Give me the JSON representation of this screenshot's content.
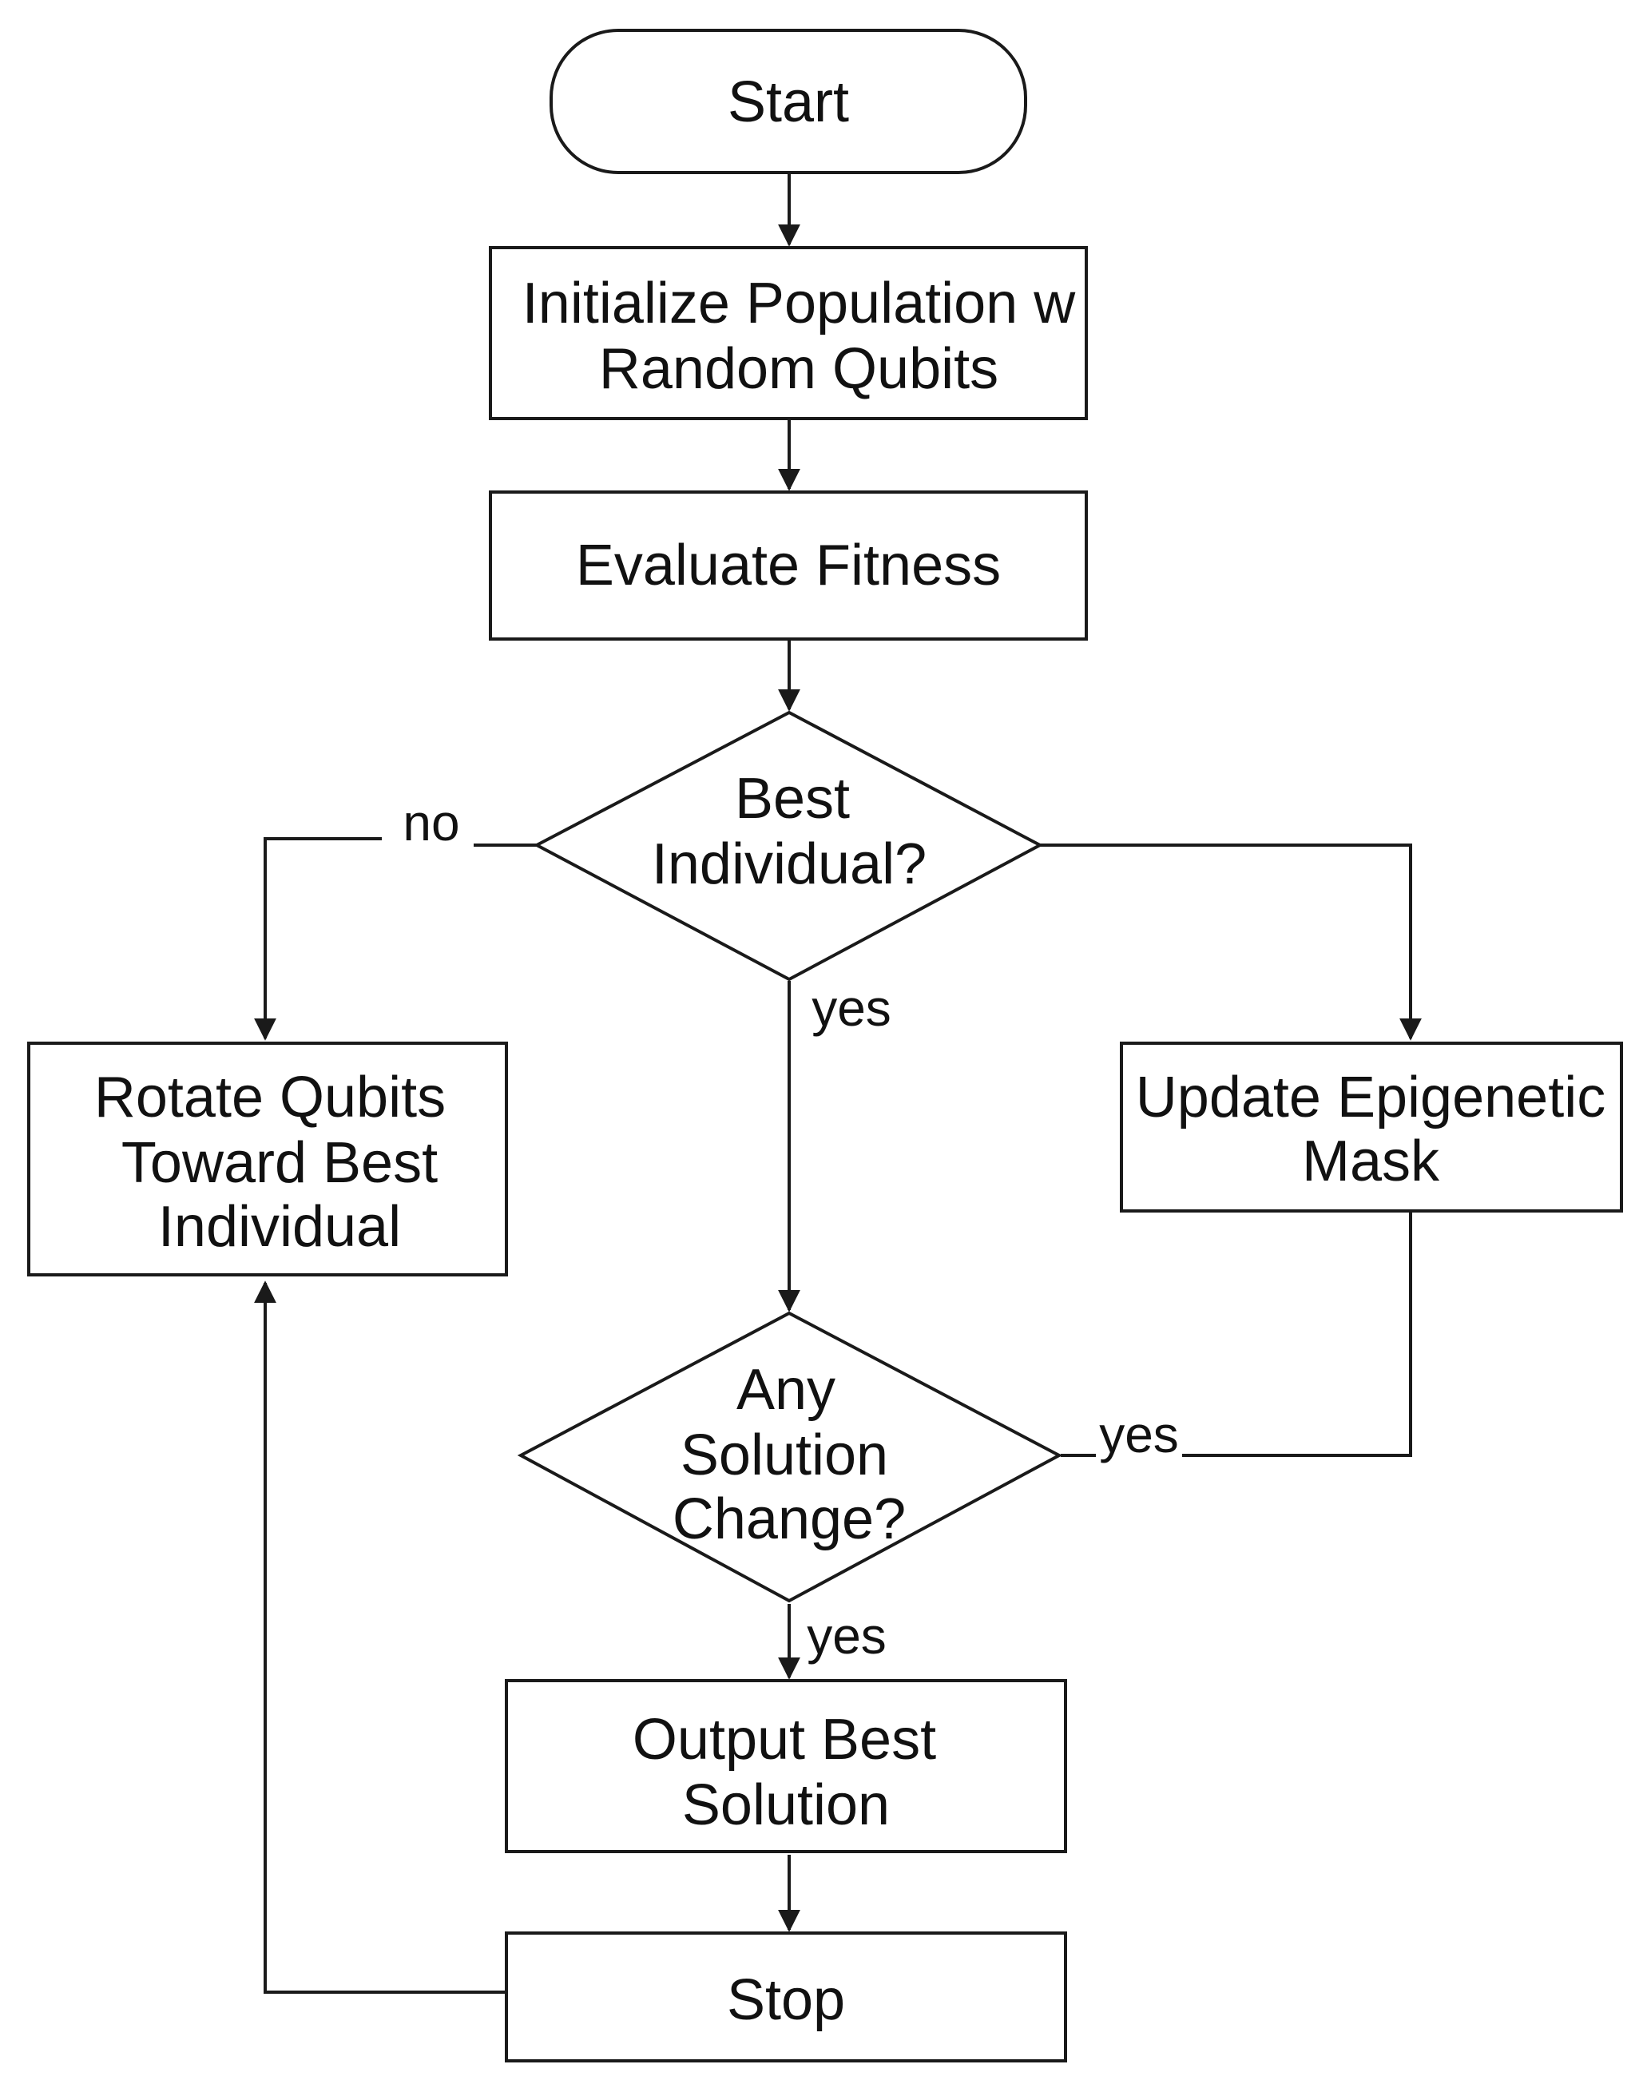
{
  "nodes": {
    "start": {
      "label": "Start"
    },
    "init": {
      "lines": [
        "Initialize Population w",
        "Random Qubits"
      ]
    },
    "evaluate": {
      "label": "Evaluate Fitness"
    },
    "best_decision": {
      "lines": [
        "Best",
        "Individual?"
      ]
    },
    "rotate": {
      "lines": [
        "Rotate Qubits",
        "Toward Best",
        "Individual"
      ]
    },
    "update_mask": {
      "lines": [
        "Update Epigenetic",
        "Mask"
      ]
    },
    "change_decision": {
      "lines": [
        "Any",
        "Solution",
        "Change?"
      ]
    },
    "output": {
      "lines": [
        "Output Best",
        "Solution"
      ]
    },
    "stop": {
      "label": "Stop"
    }
  },
  "edges": {
    "best_no": "no",
    "best_yes": "yes",
    "mask_yes": "yes",
    "change_yes": "yes"
  },
  "colors": {
    "stroke": "#1a1a1a",
    "text": "#111111",
    "background": "#ffffff"
  }
}
